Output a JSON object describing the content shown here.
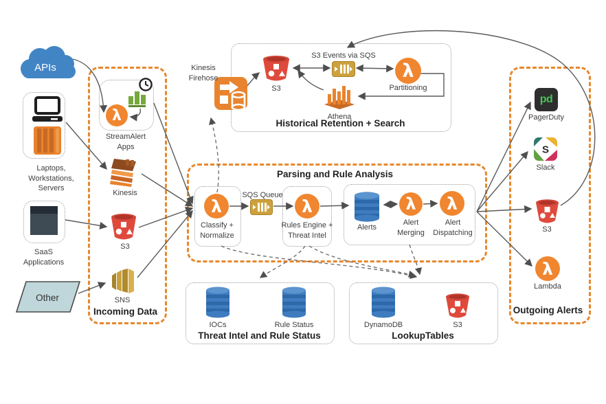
{
  "diagram": {
    "sources": {
      "apis": "APIs",
      "laptops": "Laptops,\nWorkstations,\nServers",
      "saas": "SaaS\nApplications",
      "other": "Other"
    },
    "incoming": {
      "title": "Incoming Data",
      "streamalert_apps": "StreamAlert\nApps",
      "kinesis": "Kinesis",
      "s3": "S3",
      "sns": "SNS"
    },
    "historical": {
      "title": "Historical Retention + Search",
      "firehose": "Kinesis\nFirehose",
      "s3": "S3",
      "sqs_events": "S3 Events via SQS",
      "partitioning": "Partitioning",
      "athena": "Athena"
    },
    "parsing": {
      "title": "Parsing and Rule Analysis",
      "classify": "Classify +\nNormalize",
      "sqs_queue": "SQS Queue",
      "rules_engine": "Rules Engine +\nThreat Intel",
      "alerts": "Alerts",
      "alert_merging": "Alert\nMerging",
      "alert_dispatching": "Alert\nDispatching"
    },
    "threat_intel": {
      "title": "Threat Intel and Rule Status",
      "iocs": "IOCs",
      "rule_status": "Rule Status"
    },
    "lookup_tables": {
      "title": "LookupTables",
      "dynamodb": "DynamoDB",
      "s3": "S3"
    },
    "outgoing": {
      "title": "Outgoing Alerts",
      "pagerduty": "PagerDuty",
      "slack": "Slack",
      "s3": "S3",
      "lambda": "Lambda"
    },
    "icon_glyphs": {
      "lambda": "λ",
      "pagerduty": "pd",
      "slack": "S"
    },
    "colors": {
      "box_orange": "#E8872A",
      "lambda_orange": "#F0862F",
      "s3_red": "#DD4B3E",
      "dynamo_blue": "#3F7CBF",
      "sqs_gold": "#CDA13D",
      "sns_gold": "#C9A13C",
      "kinesis_brown": "#8C4A1E",
      "chart_green": "#76A83D",
      "cloud_blue": "#4285C4",
      "pagerduty_green": "#45C354",
      "line_gray": "#555555"
    }
  }
}
